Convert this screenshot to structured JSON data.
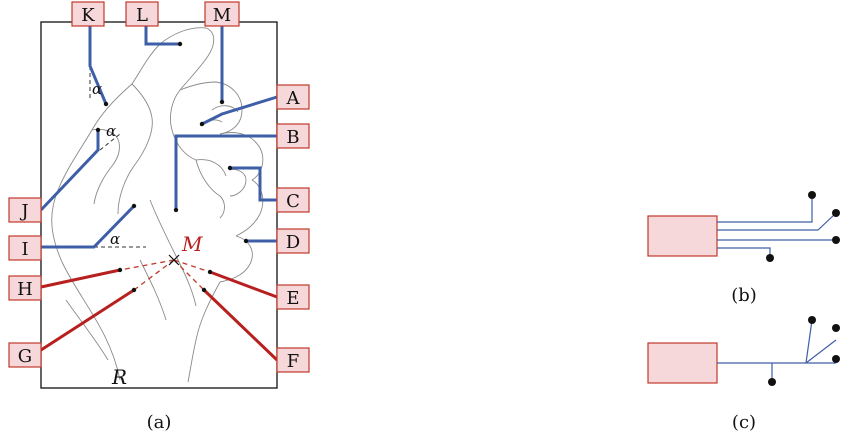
{
  "panel_a": {
    "labels": [
      "K",
      "L",
      "M",
      "A",
      "B",
      "C",
      "D",
      "E",
      "F",
      "G",
      "H",
      "I",
      "J"
    ],
    "angle_symbol": "α",
    "center_label": "M",
    "region_label": "R",
    "caption": "(a)"
  },
  "panel_b": {
    "caption": "(b)"
  },
  "panel_c": {
    "caption": "(c)"
  },
  "colors": {
    "blue": "#3e5fa8",
    "red": "#b81f1f",
    "box_fill": "#f6d7da",
    "box_stroke": "#c0392b"
  }
}
